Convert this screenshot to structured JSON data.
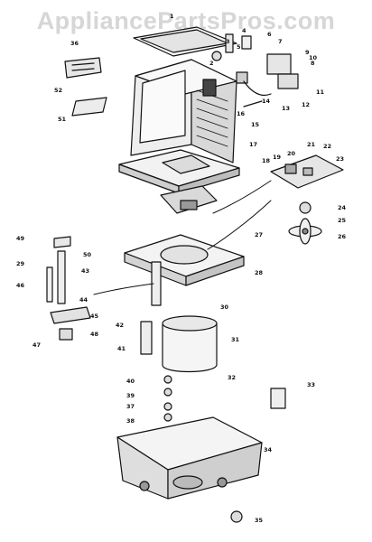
{
  "watermark": "AppliancePartsPros.com",
  "part_numbers": [
    "1",
    "2",
    "3",
    "4",
    "5",
    "6",
    "7",
    "8",
    "9",
    "10",
    "11",
    "12",
    "13",
    "14",
    "15",
    "16",
    "17",
    "18",
    "19",
    "20",
    "21",
    "22",
    "23",
    "24",
    "25",
    "26",
    "27",
    "28",
    "29",
    "30",
    "31",
    "32",
    "33",
    "34",
    "35",
    "36",
    "37",
    "38",
    "39",
    "40",
    "41",
    "42",
    "43",
    "44",
    "45",
    "46",
    "47",
    "48",
    "49",
    "50",
    "51",
    "52"
  ]
}
